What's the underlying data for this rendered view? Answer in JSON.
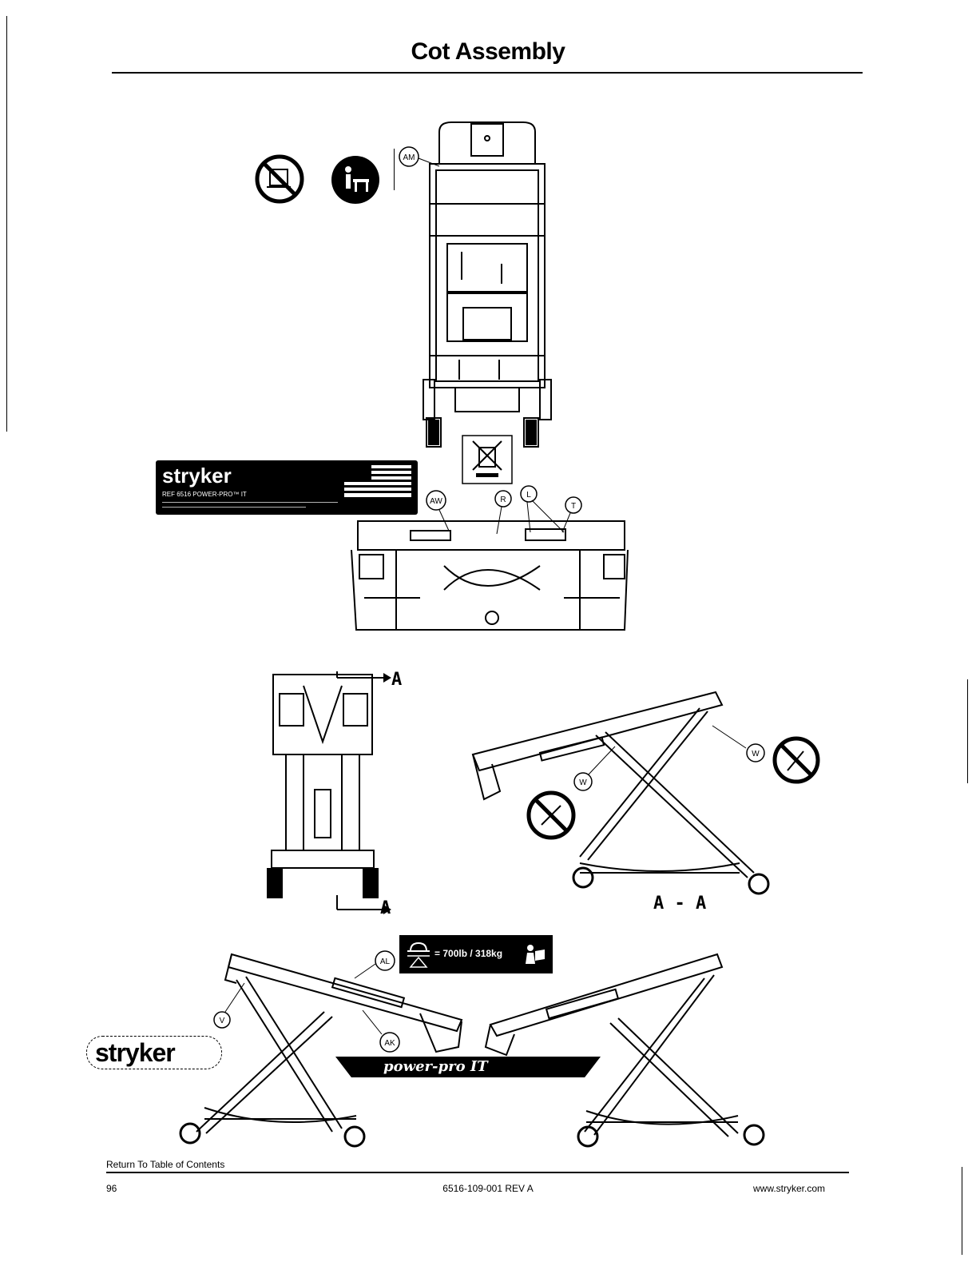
{
  "page": {
    "title": "Cot Assembly",
    "return_link": "Return To Table of Contents",
    "page_number": "96",
    "doc_number": "6516-109-001 REV A",
    "website": "www.stryker.com"
  },
  "callouts": {
    "am": "AM",
    "aw": "AW",
    "r": "R",
    "l": "L",
    "t": "T",
    "w1": "W",
    "w2": "W",
    "al": "AL",
    "ak": "AK",
    "v": "V"
  },
  "section": {
    "a_top": "A",
    "a_bottom": "A",
    "aa": "A - A"
  },
  "label_rating": {
    "text": "= 700lb / 318kg"
  },
  "label_product": {
    "brand": "stryker",
    "ref": "REF 6516 POWER-PRO™ IT"
  },
  "logo": {
    "brand": "stryker"
  },
  "decal": {
    "text": "power-pro IT"
  },
  "colors": {
    "ink": "#000000",
    "paper": "#ffffff"
  }
}
